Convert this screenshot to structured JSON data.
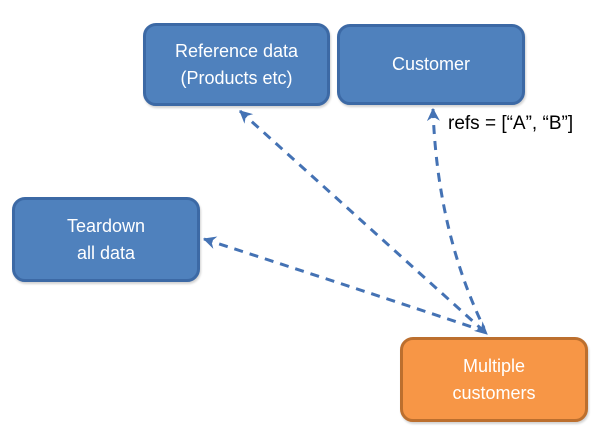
{
  "diagram": {
    "title": "customer data teardown diagram",
    "background_color": "#FFFFFF",
    "nodes": {
      "reference_data": {
        "line1": "Reference data",
        "line2": "(Products etc)",
        "fill": "#4F81BD",
        "border": "#3C69A5",
        "text_color": "#FFFFFF"
      },
      "customer": {
        "line1": "Customer",
        "line2": "",
        "fill": "#4F81BD",
        "border": "#3C69A5",
        "text_color": "#FFFFFF"
      },
      "teardown": {
        "line1": "Teardown",
        "line2": "all data",
        "fill": "#4F81BD",
        "border": "#3C69A5",
        "text_color": "#FFFFFF"
      },
      "multiple_customers": {
        "line1": "Multiple",
        "line2": "customers",
        "fill": "#F79646",
        "border": "#BC6F2E",
        "text_color": "#FFFFFF"
      }
    },
    "annotation": {
      "text": "refs = [“A”, “B”]",
      "color": "#000000"
    },
    "connectors": {
      "color": "#4472B4",
      "line_style": "dashed",
      "edges": [
        {
          "from": "multiple_customers",
          "to": "reference_data",
          "arrowheads": "both"
        },
        {
          "from": "multiple_customers",
          "to": "customer",
          "arrowheads": "end"
        },
        {
          "from": "multiple_customers",
          "to": "teardown",
          "arrowheads": "end"
        }
      ]
    }
  }
}
